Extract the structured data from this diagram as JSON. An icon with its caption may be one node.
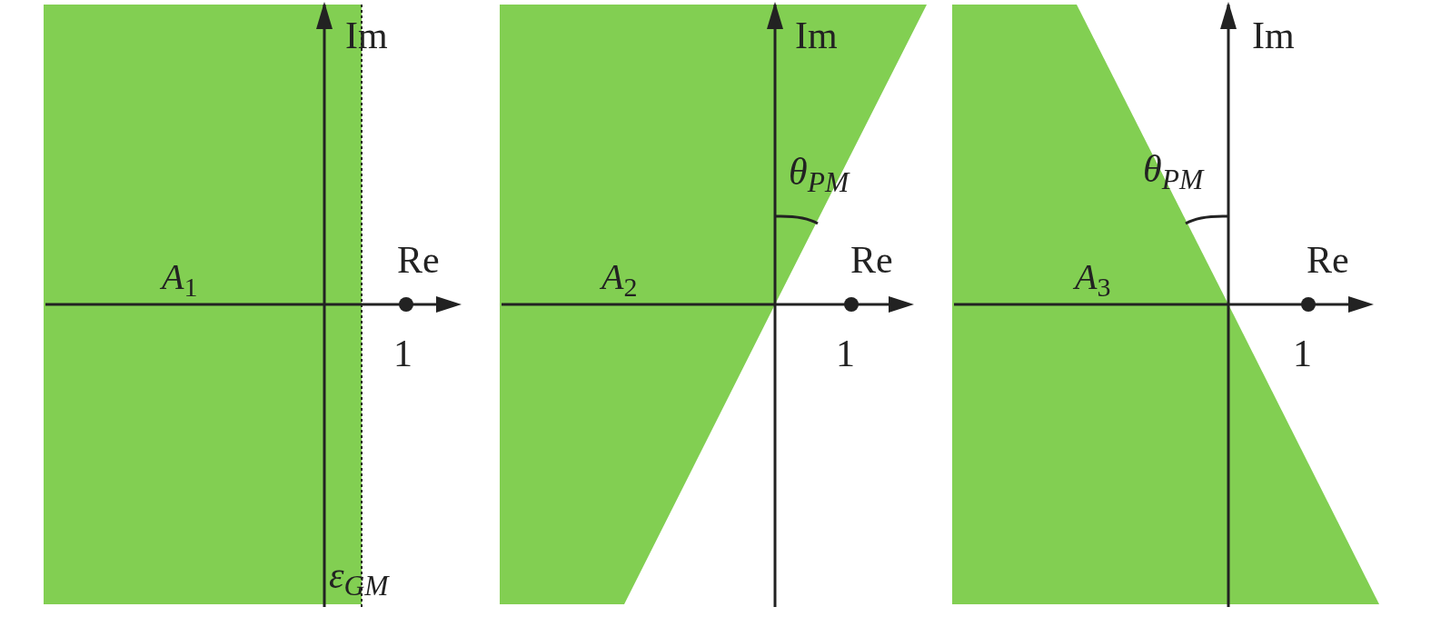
{
  "diagram": {
    "nodes": [
      {
        "text": [
          "*A*$_{1}$"
        ]
      },
      {
        "text": [
          "*A*$_{2}$"
        ]
      },
      {
        "text": [
          "*A*$_{3}$"
        ]
      }
    ],
    "labels": [
      "Im",
      "Re",
      "1",
      "ε$_{GM}$",
      "Im",
      "θ$_{PM}$",
      "Re",
      "1",
      "Im",
      "θ$_{PM}$",
      "Re",
      "1"
    ]
  }
}
